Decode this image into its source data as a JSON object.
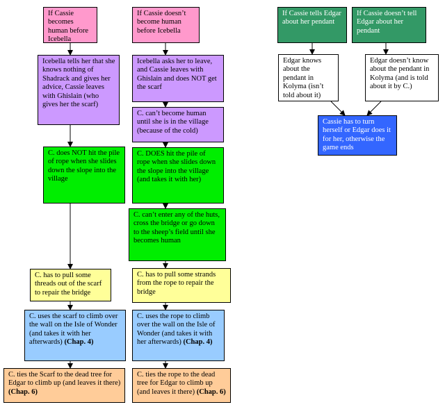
{
  "colors": {
    "pink": "#ff99cc",
    "lavender": "#cc99ff",
    "green": "#00ee00",
    "yellow": "#ffff99",
    "light_blue": "#99ccff",
    "peach": "#ffcc99",
    "dark_green": "#339966",
    "white": "#ffffff",
    "blue": "#3366ff"
  },
  "nodes": {
    "l1": "If Cassie becomes human before Icebella",
    "l2": "Icebella tells her that she knows nothing of Shadrack and gives her advice, Cassie leaves with Ghislain (who gives her the scarf)",
    "l3": "C. does NOT hit the pile of rope when she slides down the slope into the village",
    "l4": "C. has to pull some threads out of the scarf to repair the bridge",
    "l5": "C. uses the scarf to climb over the wall on the Isle of Wonder (and takes it with her afterwards)",
    "l5_bold": "(Chap. 4)",
    "l6": "C. ties the Scarf to the dead tree for Edgar to climb up (and leaves it there)",
    "l6_bold": "(Chap. 6)",
    "m1": "If Cassie doesn’t become human before Icebella",
    "m2": "Icebella asks her to leave, and Cassie leaves with Ghislain and does NOT get the scarf",
    "m3": "C. can’t become human until she is in the village (because of the cold)",
    "m4": "C. DOES hit the pile of rope when she slides down the slope into the village (and takes it with her)",
    "m5": "C. can’t enter any of the huts, cross the bridge or go down to the sheep’s field until she becomes human",
    "m6": "C. has to pull some strands from the rope to repair the bridge",
    "m7": "C. uses the rope to climb over the wall on the Isle of Wonder (and takes it with her afterwards)",
    "m7_bold": "(Chap. 4)",
    "m8": "C. ties the rope to the dead tree for Edgar to climb up (and leaves it there)",
    "m8_bold": "(Chap. 6)",
    "r1": "If Cassie tells Edgar about her pendant",
    "r2": "If Cassie doesn’t tell Edgar about her pendant",
    "r3": "Edgar knows about the pendant in Kolyma (isn’t told about it)",
    "r4": "Edgar doesn’t know about the pendant in Kolyma (and is told about it by C.)",
    "r5": "Cassie has to turn herself or Edgar does it for her, otherwise the game ends"
  }
}
